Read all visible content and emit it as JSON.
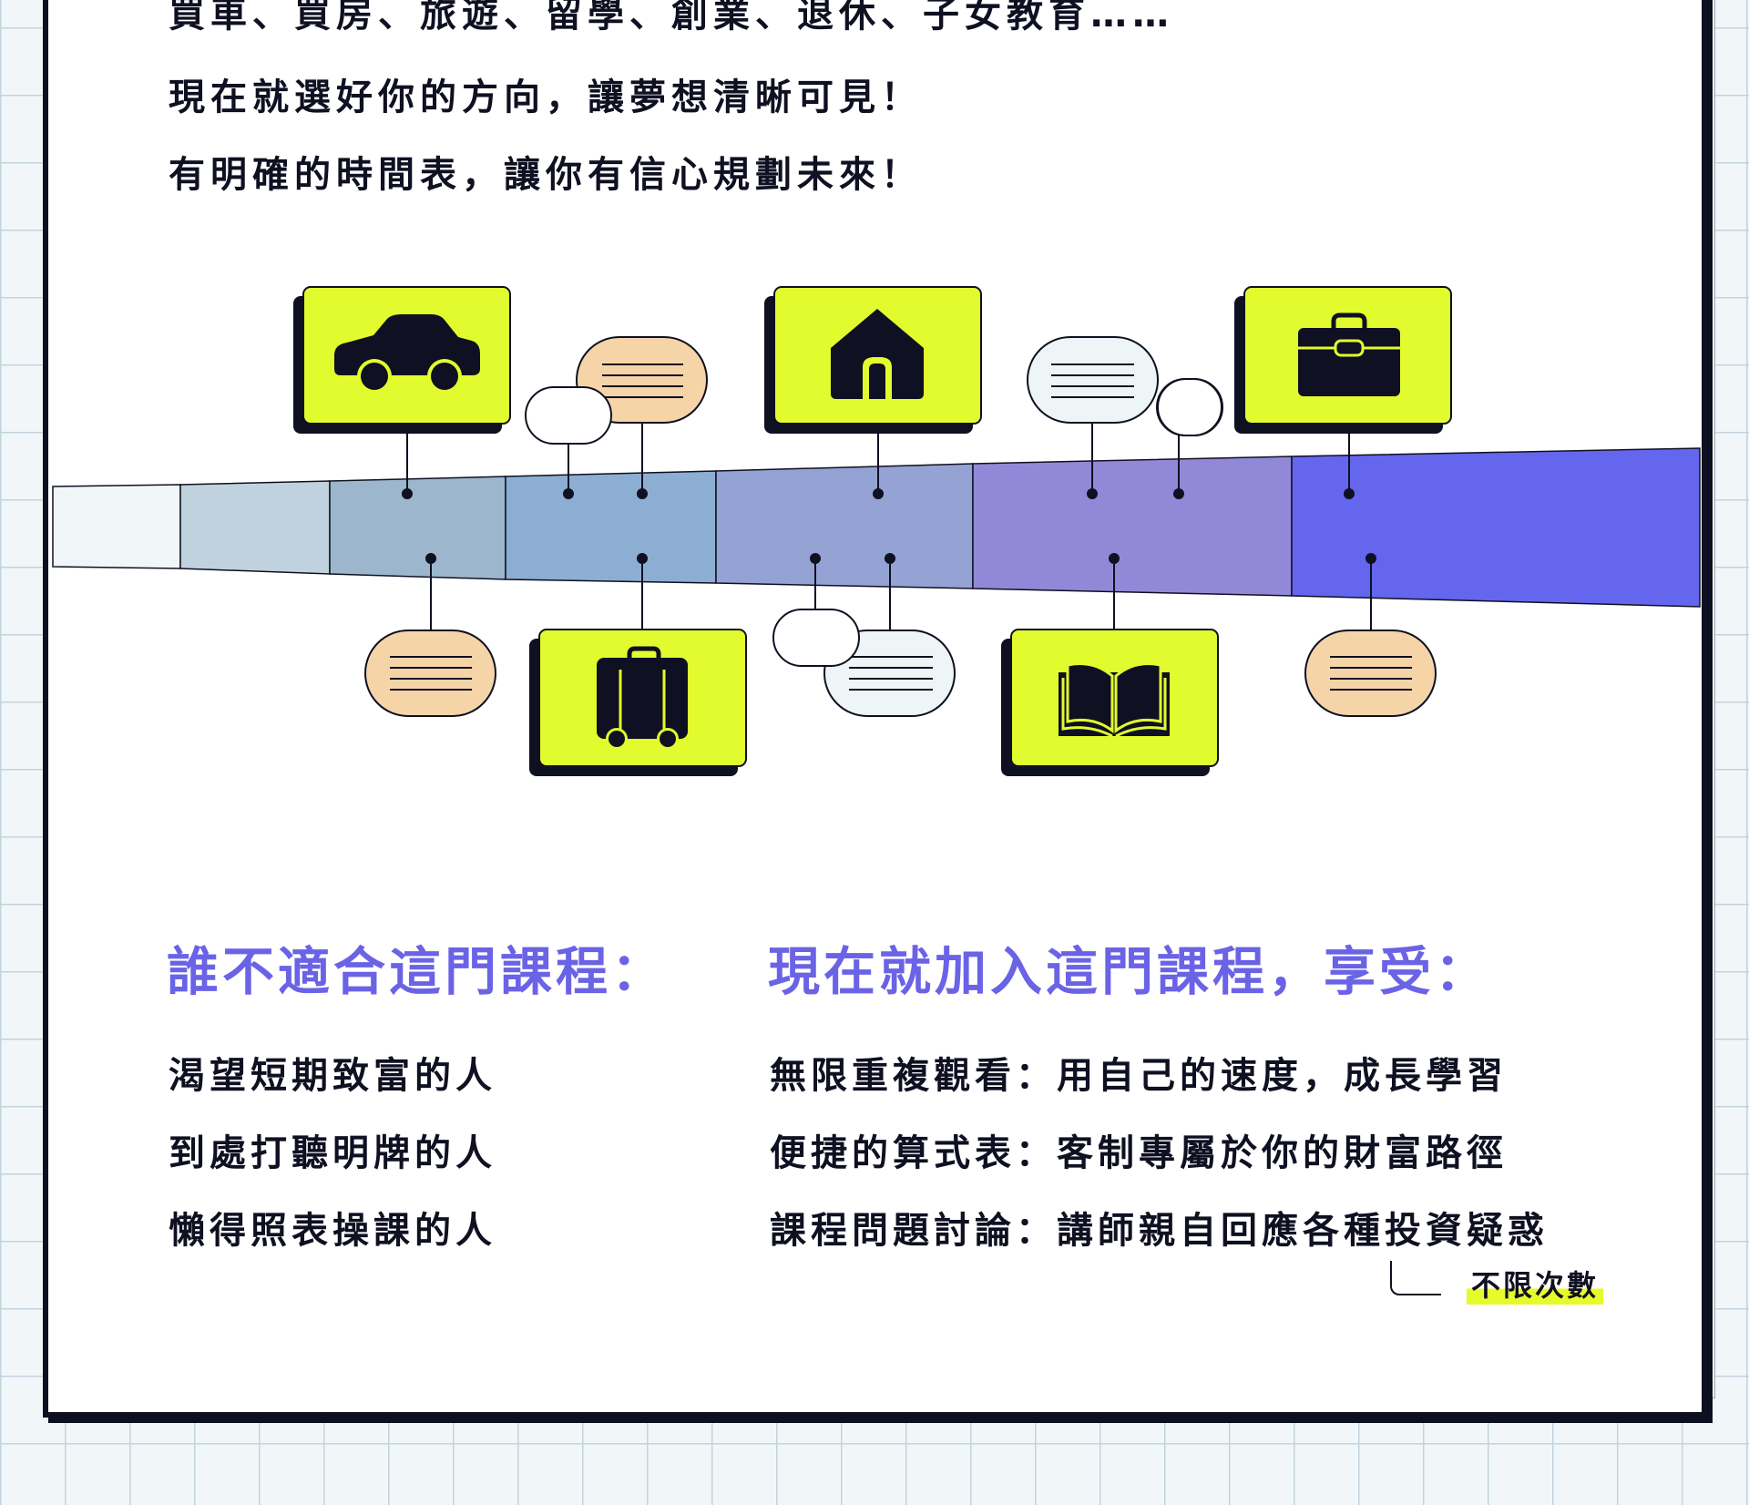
{
  "intro": {
    "line1": "買車、買房、旅遊、留學、創業、退休、子女教育……",
    "line2": "現在就選好你的方向，讓夢想清晰可見！",
    "line3": "有明確的時間表，讓你有信心規劃未來！"
  },
  "timeline": {
    "top_icons": [
      "car-icon",
      "house-icon",
      "briefcase-icon"
    ],
    "bottom_icons": [
      "suitcase-icon",
      "book-icon"
    ],
    "colors": {
      "icon_card": "#e2fb2f",
      "segment_1": "#f1f7f8",
      "segment_2": "#bfd2de",
      "segment_3": "#9cb7cd",
      "segment_4": "#8caed2",
      "segment_5": "#94a3d3",
      "segment_6": "#9189d8",
      "segment_7": "#6466ee",
      "bubble_peach": "#f5d4a8",
      "bubble_light": "#eef5f6"
    }
  },
  "not_suitable": {
    "heading": "誰不適合這門課程：",
    "items": [
      "渴望短期致富的人",
      "到處打聽明牌的人",
      "懶得照表操課的人"
    ]
  },
  "join": {
    "heading": "現在就加入這門課程，享受：",
    "items": [
      "無限重複觀看：用自己的速度，成長學習",
      "便捷的算式表：客制專屬於你的財富路徑",
      "課程問題討論：講師親自回應各種投資疑惑"
    ],
    "note": "不限次數"
  }
}
